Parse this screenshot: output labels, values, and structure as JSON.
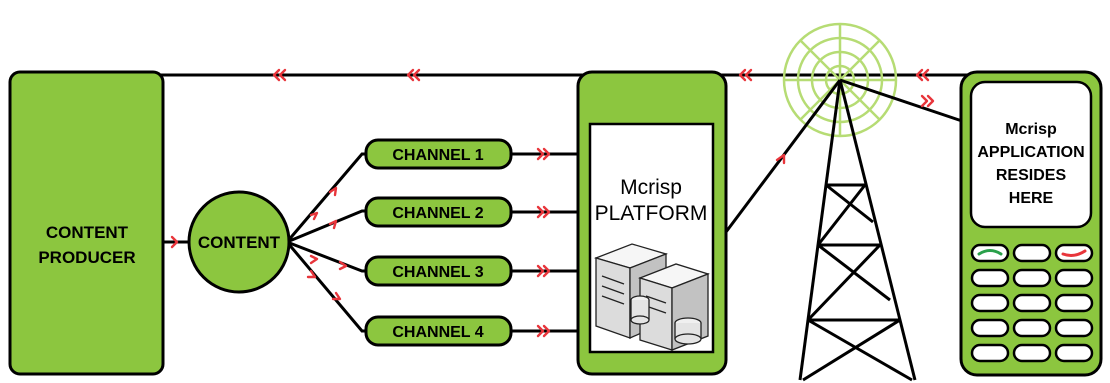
{
  "colors": {
    "green": "#8cc63f",
    "green_light": "#b6dc74",
    "outline": "#000000",
    "arrow": "#e8353b",
    "screen": "#ffffff"
  },
  "diagram": {
    "producer": {
      "line1": "CONTENT",
      "line2": "PRODUCER"
    },
    "content": {
      "label": "CONTENT"
    },
    "channels": [
      {
        "label": "CHANNEL 1"
      },
      {
        "label": "CHANNEL 2"
      },
      {
        "label": "CHANNEL 3"
      },
      {
        "label": "CHANNEL 4"
      }
    ],
    "platform": {
      "line1": "Mcrisp",
      "line2": "PLATFORM",
      "icon": "server-icon"
    },
    "tower": {
      "icon": "radio-tower-icon"
    },
    "phone": {
      "line1": "Mcrisp",
      "line2": "APPLICATION",
      "line3": "RESIDES",
      "line4": "HERE",
      "icon": "mobile-phone-icon"
    }
  }
}
